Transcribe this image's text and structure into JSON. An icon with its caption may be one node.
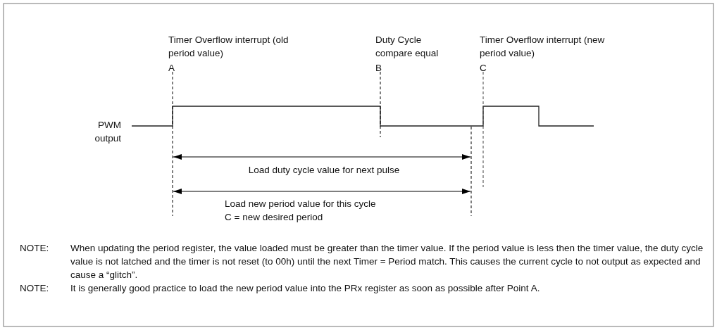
{
  "diagram": {
    "labels": [
      "Timer Overflow interrupt (old period value)",
      "A",
      "Duty Cycle compare equal",
      "B",
      "Timer Overflow interrupt (new period value)",
      "C",
      "PWM output",
      "Load duty cycle value for next pulse",
      "Load new period value for this cycle",
      "C = new desired period",
      "NOTE:",
      "When updating the period register, the value loaded must be greater than the timer value. If the period value is less then the timer value, the duty cycle value is not latched and the timer is not reset (to 00h) until the next Timer = Period match. This causes the current cycle to not output as expected and cause a “glitch”.",
      "NOTE:",
      "It is generally good practice to load the new period value into the PRx register as soon as possible after Point A."
    ]
  }
}
